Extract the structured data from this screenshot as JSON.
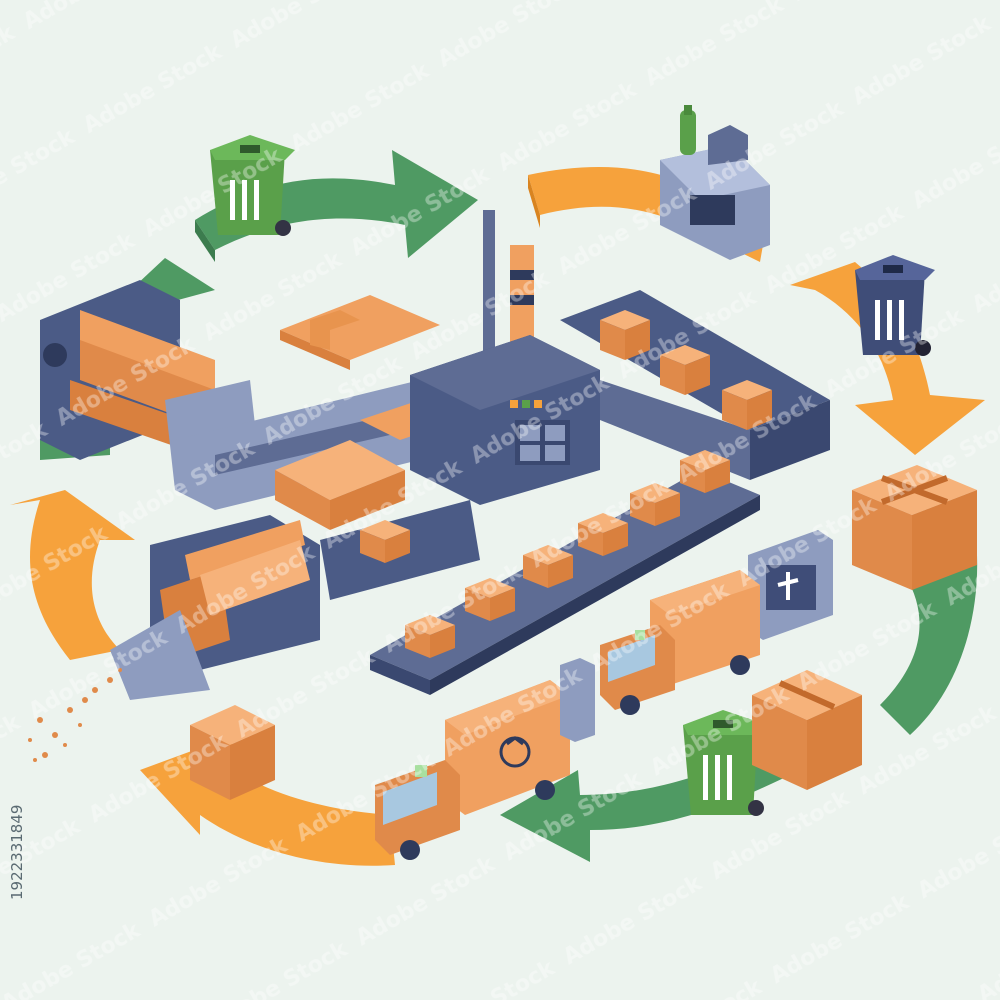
{
  "image": {
    "subject": "isometric packaging recycling cycle: waste bins, shredder, pulp press, factory, conveyor belts with cardboard boxes, delivery trucks",
    "stock_id": "1922331849",
    "watermark_text": "Adobe Stock",
    "colors": {
      "background": "#ecf3ee",
      "orange_arrow": "#f6a23c",
      "green_arrow": "#4f9a63",
      "machine_blue": "#4b5b86",
      "machine_light": "#8e9cbf",
      "cardboard": "#f0a060",
      "cardboard_dark": "#d9803e",
      "bin_green": "#5aa04a",
      "bin_navy": "#3f4d78"
    },
    "icons": [
      "recycle-icon",
      "bin-icon",
      "box-icon",
      "truck-icon",
      "factory-icon"
    ]
  }
}
